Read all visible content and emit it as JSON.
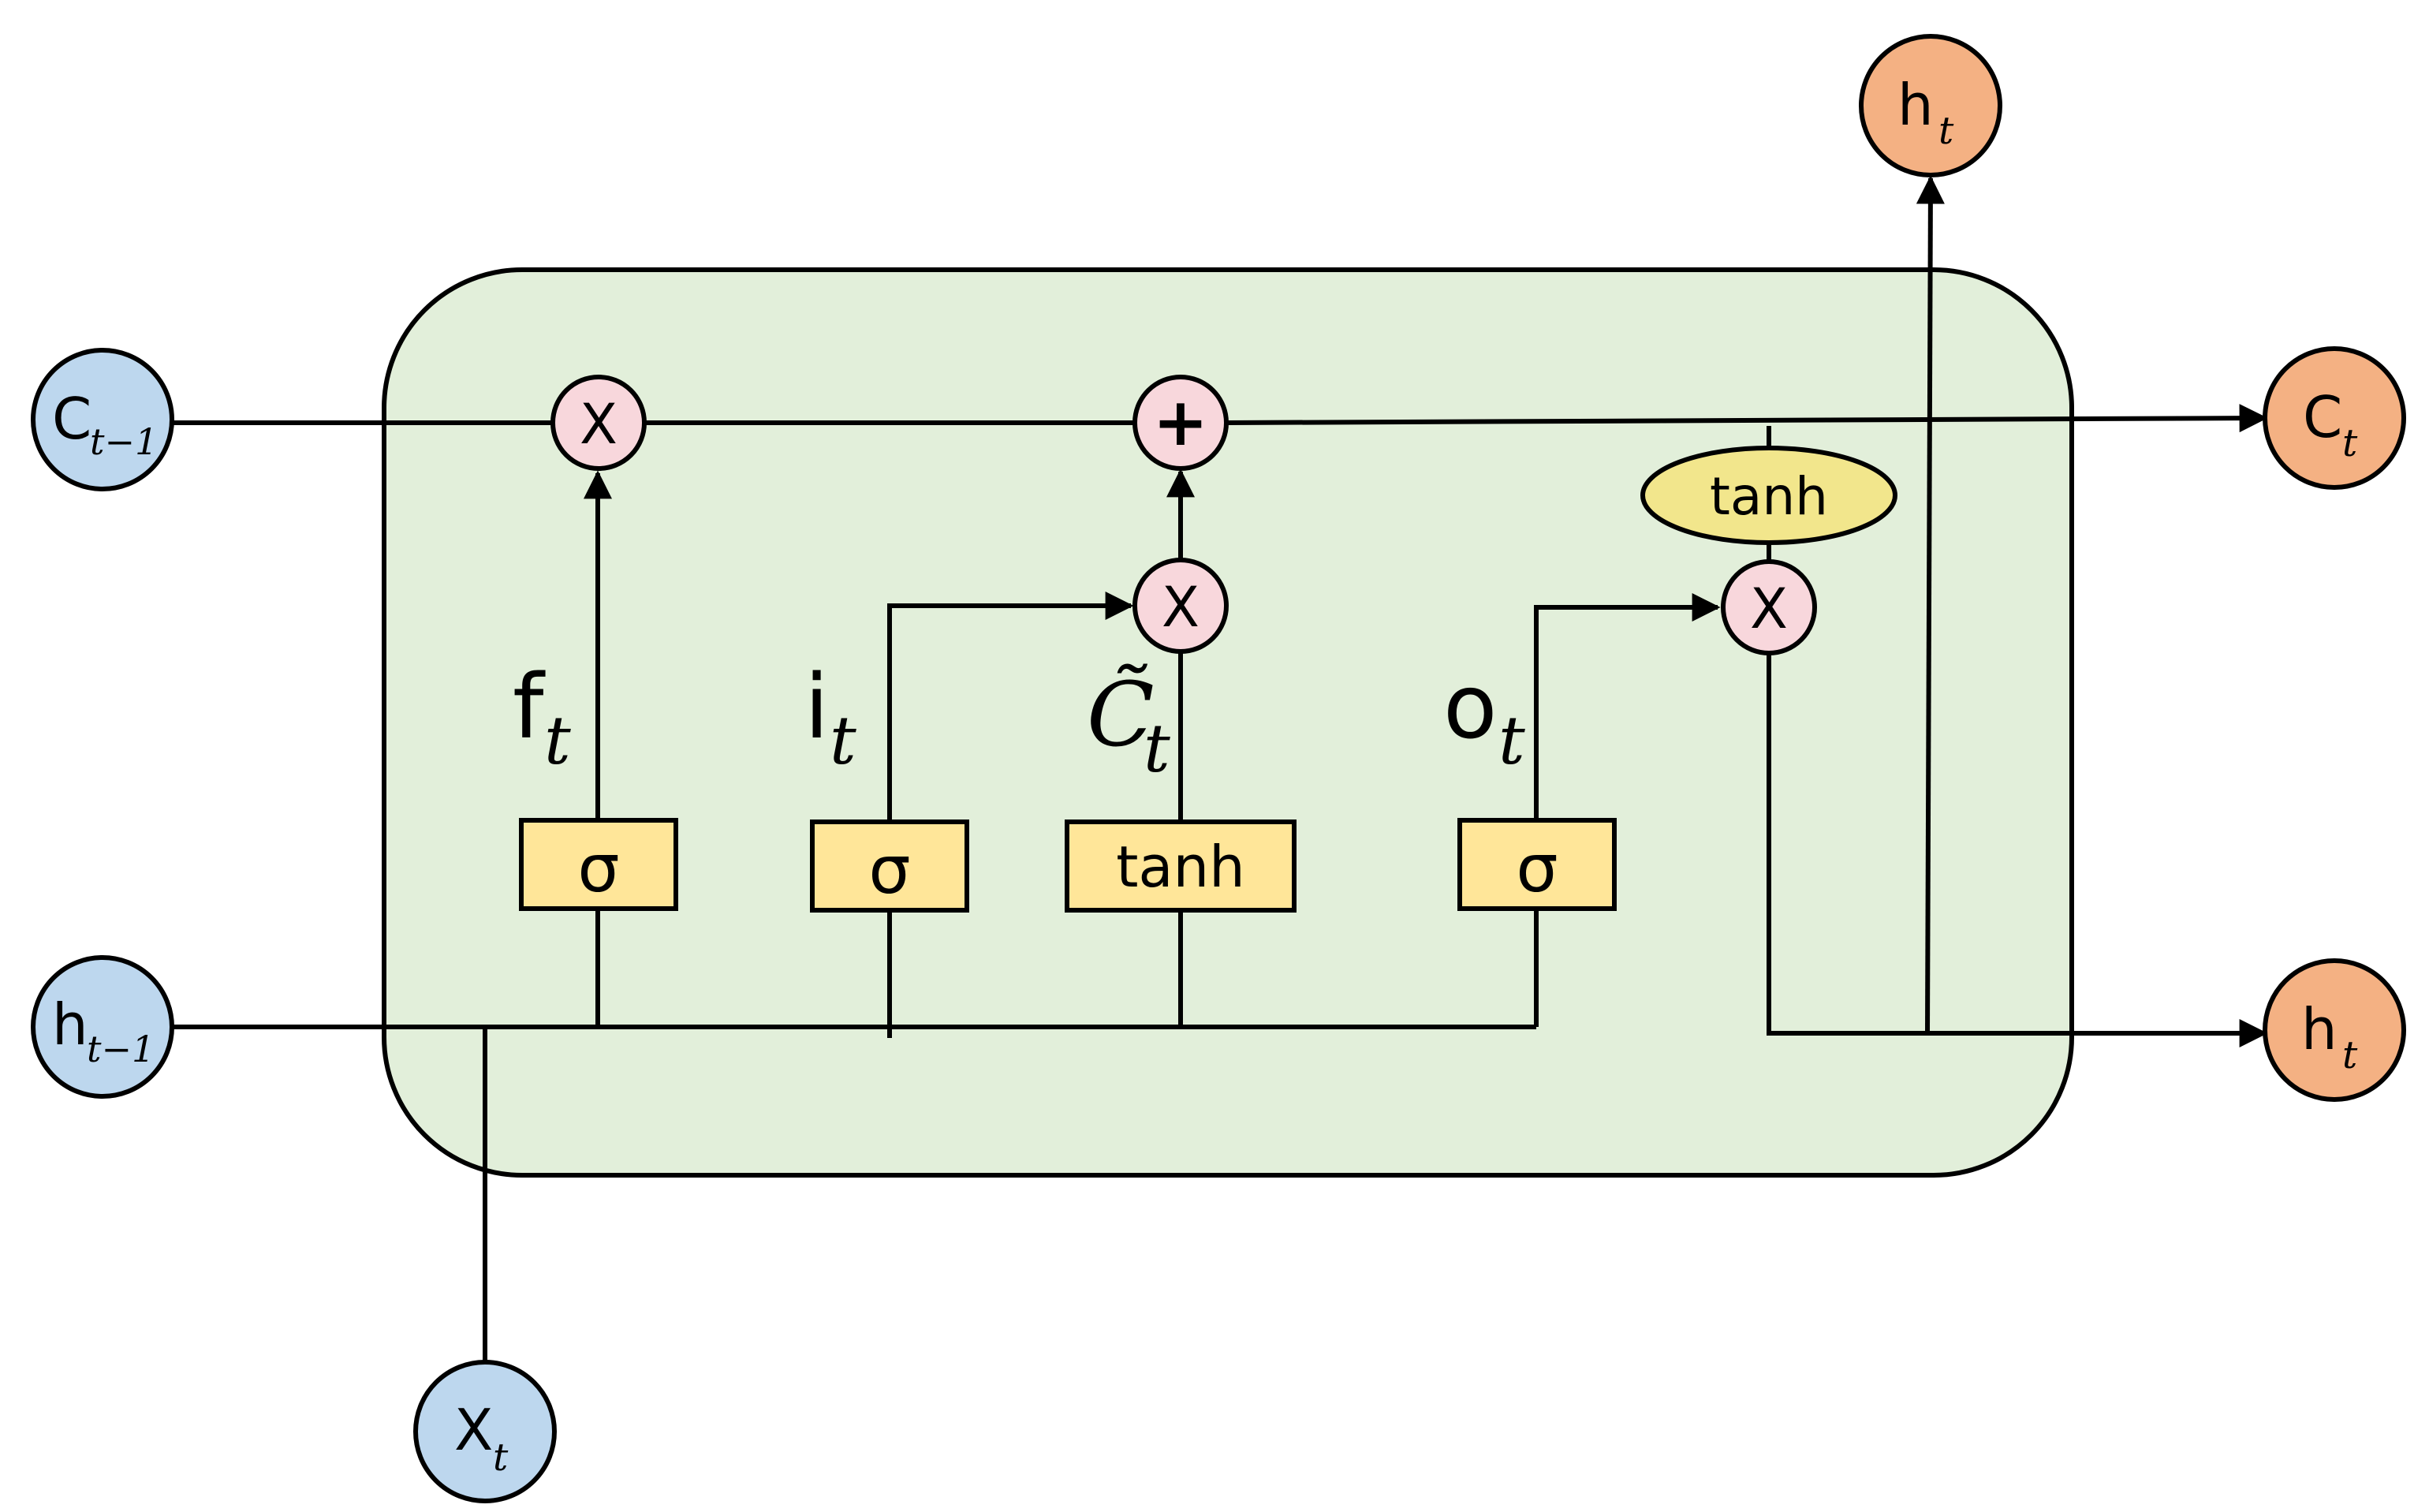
{
  "colors": {
    "cell_fill": "#e2efda",
    "gate_box_fill": "#ffe699",
    "op_circle_fill": "#f8d7dc",
    "input_node_fill": "#bdd7ee",
    "output_node_fill": "#f4b183",
    "tanh_ellipse_fill": "#f2e68c",
    "stroke": "#000000"
  },
  "inputs": {
    "c_prev": {
      "main": "C",
      "sub": "t−1"
    },
    "h_prev": {
      "main": "h",
      "sub": "t−1"
    },
    "x": {
      "main": "X",
      "sub": "t"
    }
  },
  "outputs": {
    "c_out": {
      "main": "C",
      "sub": "t"
    },
    "h_out_right": {
      "main": "h",
      "sub": "t"
    },
    "h_out_top": {
      "main": "h",
      "sub": "t"
    }
  },
  "gates": {
    "forget": {
      "box": "σ",
      "label_main": "f",
      "label_sub": "t"
    },
    "input": {
      "box": "σ",
      "label_main": "i",
      "label_sub": "t"
    },
    "candidate": {
      "box": "tanh",
      "label_main": "C̃",
      "label_sub": "t"
    },
    "output": {
      "box": "σ",
      "label_main": "o",
      "label_sub": "t"
    }
  },
  "operators": {
    "forget_mul": "X",
    "add": "+",
    "input_mul": "X",
    "output_mul": "X"
  },
  "tanh_ellipse": "tanh"
}
